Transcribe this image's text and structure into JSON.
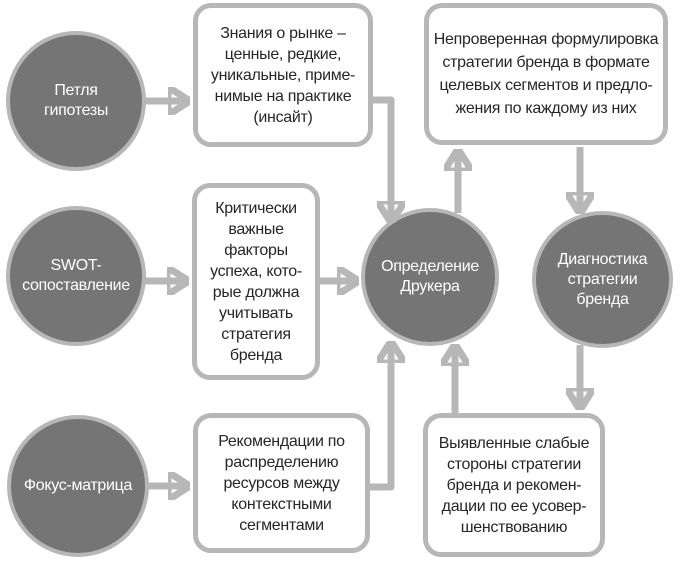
{
  "diagram": {
    "background_color": "#ffffff",
    "colors": {
      "node_fill": "#757575",
      "node_ring": "#b7b7b7",
      "node_text": "#ffffff",
      "box_fill": "#ffffff",
      "box_border": "#b7b7b7",
      "box_text": "#262626",
      "arrow": "#b7b7b7"
    },
    "circles": [
      {
        "name": "hypothesis-loop",
        "label": "Петля\nгипотезы"
      },
      {
        "name": "swot-mapping",
        "label": "SWOT-\nсопоставление"
      },
      {
        "name": "focus-matrix",
        "label": "Фокус-матрица"
      },
      {
        "name": "drucker-definition",
        "label": "Определение\nДрукера"
      },
      {
        "name": "brand-strategy-diagnostics",
        "label": "Диагностика\nстратегии\nбренда"
      }
    ],
    "boxes": [
      {
        "name": "market-knowledge",
        "text": "Знания о рынке –\nценные, редкие,\nуникальные, приме-\nнимые на практике\n(инсайт)"
      },
      {
        "name": "critical-success-factors",
        "text": "Критически\nважные\nфакторы\nуспеха, кото-\nрые должна\nучитывать\nстратегия\nбренда"
      },
      {
        "name": "resource-recommendations",
        "text": "Рекомендации по\nраспределению\nресурсов между\nконтекстными\nсегментами"
      },
      {
        "name": "unverified-strategy",
        "text": "Непроверенная формулировка\nстратегии бренда в формате\nцелевых сегментов и предло-\nжения по каждому из них"
      },
      {
        "name": "weak-points",
        "text": "Выявленные слабые\nстороны стратегии\nбренда и рекомен-\nдации по ее усовер-\nшенствованию"
      }
    ],
    "connections": [
      {
        "from": "hypothesis-loop",
        "to": "market-knowledge"
      },
      {
        "from": "swot-mapping",
        "to": "critical-success-factors"
      },
      {
        "from": "focus-matrix",
        "to": "resource-recommendations"
      },
      {
        "from": "market-knowledge",
        "to": "drucker-definition"
      },
      {
        "from": "critical-success-factors",
        "to": "drucker-definition"
      },
      {
        "from": "resource-recommendations",
        "to": "drucker-definition"
      },
      {
        "from": "drucker-definition",
        "to": "unverified-strategy"
      },
      {
        "from": "unverified-strategy",
        "to": "brand-strategy-diagnostics"
      },
      {
        "from": "brand-strategy-diagnostics",
        "to": "weak-points"
      },
      {
        "from": "weak-points",
        "to": "drucker-definition"
      }
    ]
  }
}
